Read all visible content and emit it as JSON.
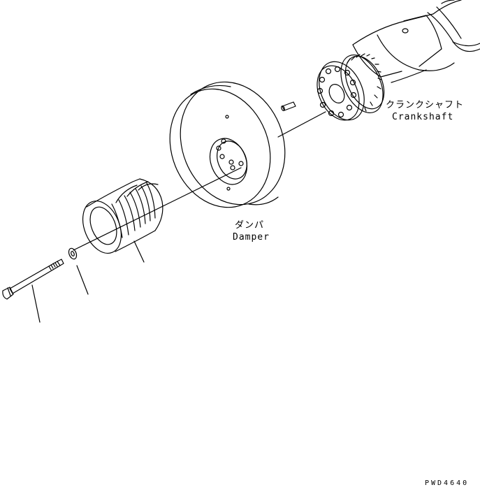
{
  "labels": {
    "crankshaft_jp": "クランクシャフト",
    "crankshaft_en": "Crankshaft",
    "damper_jp": "ダンパ",
    "damper_en": "Damper",
    "figure_code": "PWD4640"
  },
  "colors": {
    "line": "#000000",
    "background": "#ffffff"
  }
}
